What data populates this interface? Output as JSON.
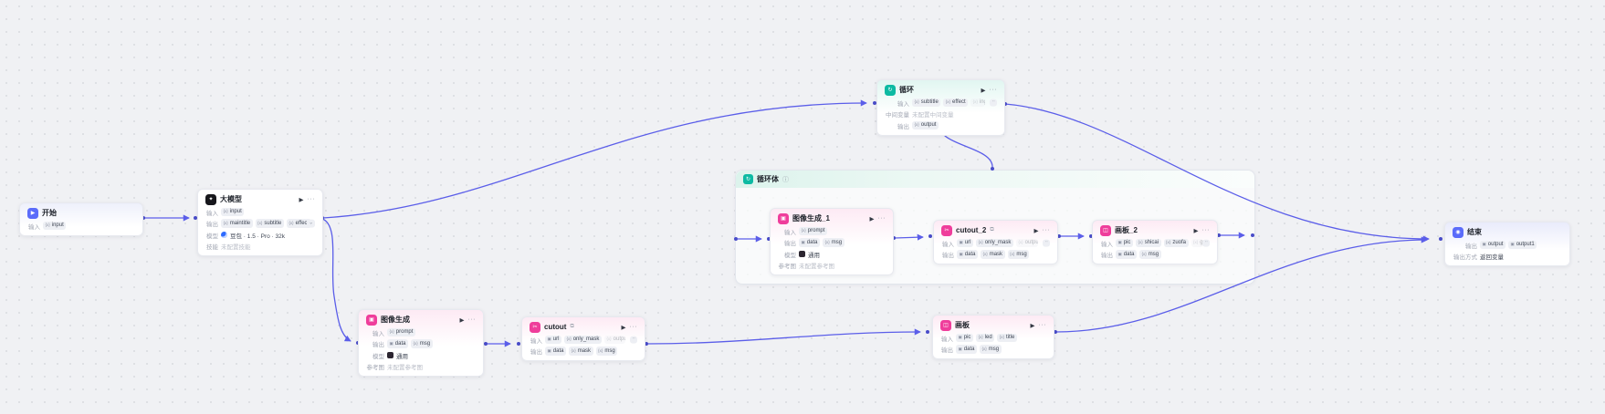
{
  "glyphs": {
    "start": "▶",
    "llm": "✦",
    "loop": "↻",
    "image": "▣",
    "cutout": "✂",
    "canvas": "◫",
    "end": "◉",
    "run": "▶",
    "more": "···",
    "info": "ⓘ",
    "chevron": "⌄",
    "overflow": "··",
    "badge": "⧉"
  },
  "colors": {
    "edge": "#5b5ee9",
    "port": "#494cc9",
    "pink": "#ef3d9b",
    "teal": "#0cbaa2",
    "indigo": "#5b6cfa"
  },
  "loop_body": {
    "title": "循环体"
  },
  "nodes": {
    "start": {
      "title": "开始",
      "row_in": {
        "label": "输入",
        "tags": [
          "input"
        ]
      }
    },
    "llm": {
      "title": "大模型",
      "row_in": {
        "label": "输入",
        "tags": [
          "input"
        ]
      },
      "row_out": {
        "label": "输出",
        "tags": [
          "maintitle",
          "subtitle",
          "effect"
        ],
        "ghost": ""
      },
      "row_model": {
        "label": "模型",
        "value": "豆包 · 1.5 · Pro · 32k"
      },
      "row_skill": {
        "label": "技能",
        "value": "未配置技能"
      }
    },
    "loop": {
      "title": "循环",
      "row_in": {
        "label": "输入",
        "tags": [
          "subtitle",
          "effect"
        ],
        "ghost": "ingredien"
      },
      "row_mid": {
        "label": "中间变量",
        "value": "未配置中间变量"
      },
      "row_out": {
        "label": "输出",
        "tags": [
          "output"
        ]
      }
    },
    "imggen1": {
      "title": "图像生成_1",
      "row_in": {
        "label": "输入",
        "tags": [
          "prompt"
        ]
      },
      "row_out": {
        "label": "输出",
        "tags": [
          "data",
          "msg"
        ]
      },
      "row_model": {
        "label": "模型",
        "value": "通用"
      },
      "row_ref": {
        "label": "参考图",
        "value": "未配置参考图"
      }
    },
    "cutout2": {
      "title": "cutout_2",
      "row_in": {
        "label": "输入",
        "tags": [
          "url",
          "only_mask"
        ],
        "ghost": "output_mode"
      },
      "row_out": {
        "label": "输出",
        "tags": [
          "data",
          "mask",
          "msg"
        ]
      }
    },
    "canvas2": {
      "title": "画板_2",
      "row_in": {
        "label": "输入",
        "tags": [
          "pic",
          "shicai",
          "zuofa"
        ],
        "ghost": "gongxiao"
      },
      "row_out": {
        "label": "输出",
        "tags": [
          "data",
          "msg"
        ]
      }
    },
    "imggen": {
      "title": "图像生成",
      "row_in": {
        "label": "输入",
        "tags": [
          "prompt"
        ]
      },
      "row_out": {
        "label": "输出",
        "tags": [
          "data",
          "msg"
        ]
      },
      "row_model": {
        "label": "模型",
        "value": "通用"
      },
      "row_ref": {
        "label": "参考图",
        "value": "未配置参考图"
      }
    },
    "cutout": {
      "title": "cutout",
      "row_in": {
        "label": "输入",
        "tags": [
          "url",
          "only_mask"
        ],
        "ghost": "output_mode"
      },
      "row_out": {
        "label": "输出",
        "tags": [
          "data",
          "mask",
          "msg"
        ]
      }
    },
    "canvas": {
      "title": "画板",
      "row_in": {
        "label": "输入",
        "tags": [
          "pic",
          "led",
          "title"
        ]
      },
      "row_out": {
        "label": "输出",
        "tags": [
          "data",
          "msg"
        ]
      }
    },
    "end": {
      "title": "结束",
      "row_out": {
        "label": "输出",
        "tags": [
          "output",
          "output1"
        ]
      },
      "row_mode": {
        "label": "输出方式",
        "value": "返回变量"
      }
    }
  }
}
